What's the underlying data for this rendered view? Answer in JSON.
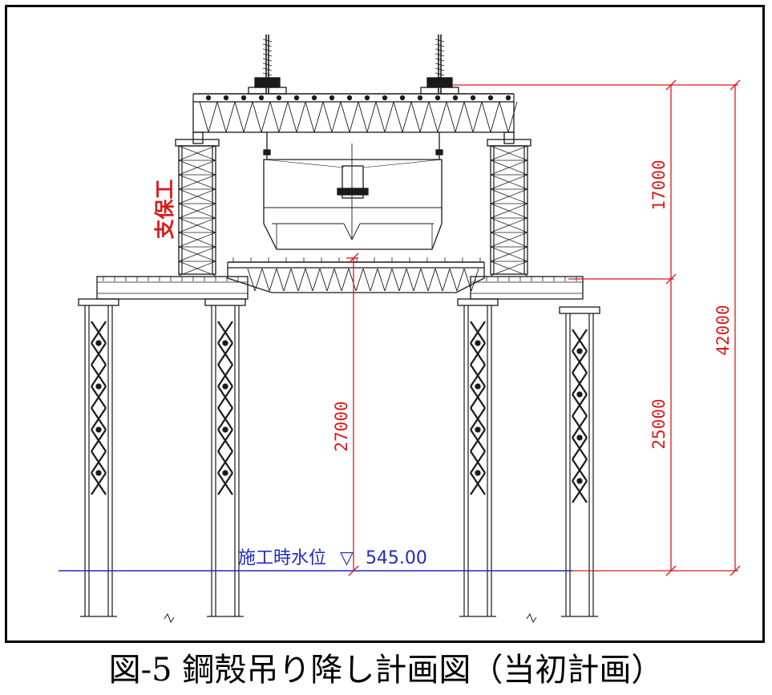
{
  "diagram": {
    "support_label": "支保工",
    "water_level_label": "施工時水位",
    "water_level_symbol": "▽",
    "water_level_value": "545.00",
    "dimensions": {
      "upper_height": "17000",
      "total_height": "42000",
      "lower_height": "25000",
      "girder_clearance": "27000"
    },
    "colors": {
      "structure": "#1a1a1a",
      "dimension": "#d81b1b",
      "water_line": "#1e2bc4"
    }
  },
  "caption": "図-5 鋼殻吊り降し計画図（当初計画）"
}
